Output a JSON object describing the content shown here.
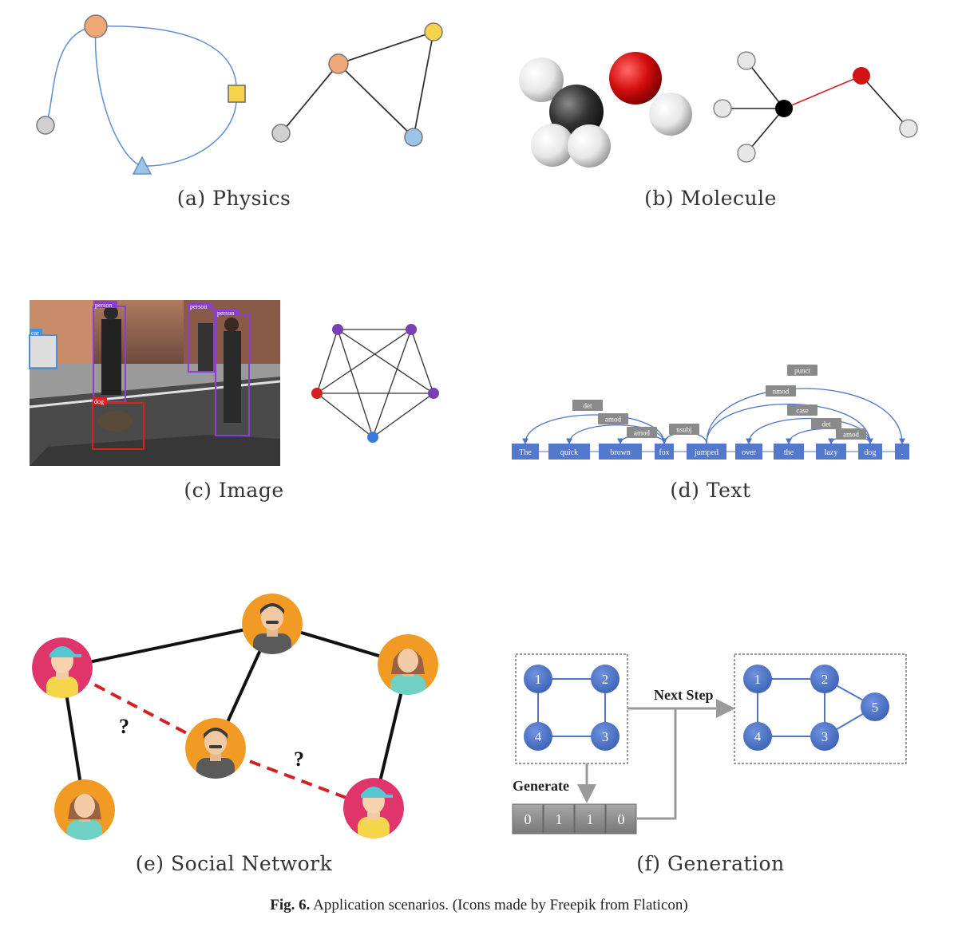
{
  "panels": {
    "a": {
      "caption": "(a) Physics"
    },
    "b": {
      "caption": "(b) Molecule"
    },
    "c": {
      "caption": "(c) Image",
      "detections": [
        "car",
        "person",
        "person",
        "person",
        "dog"
      ]
    },
    "d": {
      "caption": "(d) Text",
      "words": [
        "The",
        "quick",
        "brown",
        "fox",
        "jumped",
        "over",
        "the",
        "lazy",
        "dog",
        "."
      ],
      "relations": [
        "punct",
        "nmod",
        "case",
        "det",
        "amod",
        "det",
        "amod",
        "amod",
        "nsubj"
      ]
    },
    "e": {
      "caption": "(e) Social Network",
      "question_mark_1": "?",
      "question_mark_2": "?"
    },
    "f": {
      "caption": "(f) Generation",
      "next_step_label": "Next Step",
      "generate_label": "Generate",
      "vector": [
        "0",
        "1",
        "1",
        "0"
      ],
      "graph_before_nodes": [
        "1",
        "2",
        "3",
        "4"
      ],
      "graph_after_nodes": [
        "1",
        "2",
        "3",
        "4",
        "5"
      ]
    }
  },
  "figure_caption": {
    "label": "Fig. 6.",
    "text": "Application scenarios. (Icons made by Freepik from Flaticon)"
  },
  "colors": {
    "node_orange": "#f0a878",
    "node_yellow": "#f5d44c",
    "node_blue": "#9cc4ea",
    "node_gray": "#d0d0d0",
    "curve_blue": "#5b8ed6",
    "purple": "#7a3fb5",
    "red": "#d42020",
    "dep_blue": "#4e74c8",
    "label_gray": "#8a8a8a",
    "graph_blue": "#4f74c9"
  }
}
